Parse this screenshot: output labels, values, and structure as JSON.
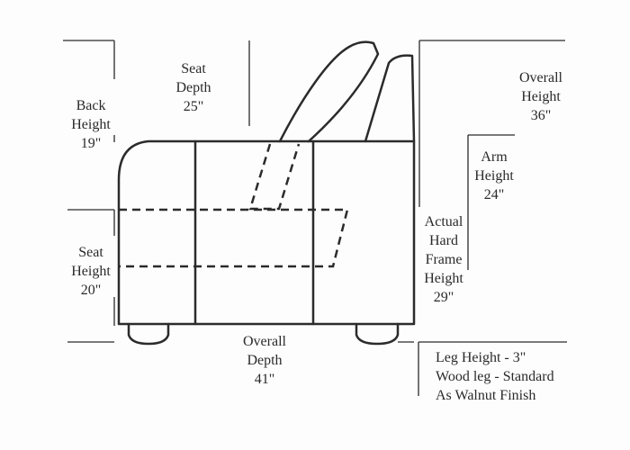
{
  "labels": {
    "back_height": [
      "Back",
      "Height",
      "19\""
    ],
    "seat_depth": [
      "Seat",
      "Depth",
      "25\""
    ],
    "overall_height": [
      "Overall",
      "Height",
      "36\""
    ],
    "arm_height": [
      "Arm",
      "Height",
      "24\""
    ],
    "frame_height": [
      "Actual",
      "Hard",
      "Frame",
      "Height",
      "29\""
    ],
    "seat_height": [
      "Seat",
      "Height",
      "20\""
    ],
    "overall_depth": [
      "Overall",
      "Depth",
      "41\""
    ],
    "leg_info": [
      "Leg Height - 3\"",
      "Wood leg - Standard",
      "As Walnut Finish"
    ]
  },
  "colors": {
    "line": "#2b2b2b",
    "text": "#2a2a2a",
    "background": "#fdfdfd"
  }
}
